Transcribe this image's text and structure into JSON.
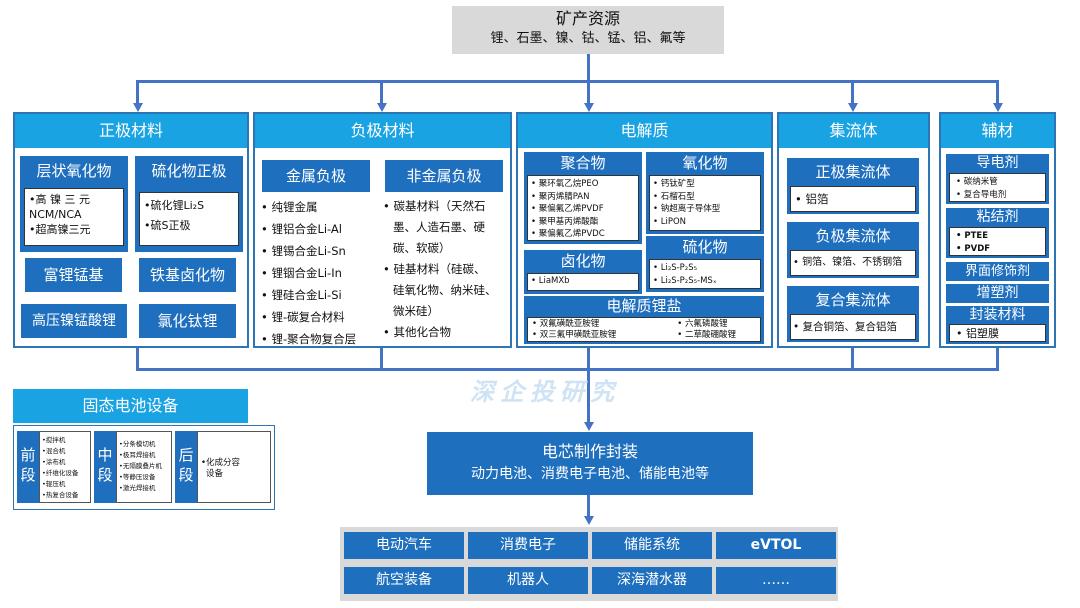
{
  "top": {
    "title": "矿产资源",
    "subtitle": "锂、石墨、镍、钴、锰、铝、氟等"
  },
  "cathode": {
    "title": "正极材料",
    "layered": "层状氧化物",
    "layered_items": [
      "•高 镍 三 元 NCM/NCA",
      "•超高镍三元"
    ],
    "sulfide": "硫化物正极",
    "sulfide_items": [
      "•硫化锂Li₂S",
      "•硫S正极"
    ],
    "li_rich_mn": "富锂锰基",
    "fe_halide": "铁基卤化物",
    "hv_lnmo": "高压镍锰酸锂",
    "li_ti_cl": "氯化钛锂"
  },
  "anode": {
    "title": "负极材料",
    "metal": "金属负极",
    "metal_items": [
      "• 纯锂金属",
      "• 锂铝合金Li-Al",
      "• 锂锡合金Li-Sn",
      "• 锂铟合金Li-In",
      "• 锂硅合金Li-Si",
      "• 锂-碳复合材料",
      "• 锂-聚合物复合层"
    ],
    "nonmetal": "非金属负极",
    "nonmetal_items": [
      "• 碳基材料（天然石",
      "墨、人造石墨、硬",
      "碳、软碳）",
      "• 硅基材料（硅碳、",
      "硅氧化物、纳米硅、",
      "微米硅）",
      "• 其他化合物"
    ]
  },
  "electrolyte": {
    "title": "电解质",
    "polymer": "聚合物",
    "polymer_items": [
      "• 聚环氧乙烷PEO",
      "• 聚丙烯腈PAN",
      "• 聚偏氟乙烯PVDF",
      "• 聚甲基丙烯酸酯",
      "• 聚偏氟乙烯PVDC"
    ],
    "oxide": "氧化物",
    "oxide_items": [
      "• 钙钛矿型",
      "• 石榴石型",
      "• 钠超离子导体型",
      "• LiPON"
    ],
    "halide": "卤化物",
    "halide_items": [
      "• LiaMXb"
    ],
    "sulfide": "硫化物",
    "sulfide_items": [
      "• Li₂S-P₂S₅",
      "• Li₂S-P₂S₅-MSₓ"
    ],
    "salt": "电解质锂盐",
    "salt_items_left": [
      "• 双氟磺酰亚胺锂",
      "• 双三氟甲磺酰亚胺锂"
    ],
    "salt_items_right": [
      "• 六氟磷酸锂",
      "• 二草酸硼酸锂"
    ]
  },
  "collector": {
    "title": "集流体",
    "positive": "正极集流体",
    "positive_items": [
      "• 铝箔"
    ],
    "negative": "负极集流体",
    "negative_items": [
      "• 铜箔、镍箔、不锈钢箔"
    ],
    "composite": "复合集流体",
    "composite_items": [
      "• 复合铜箔、复合铝箔"
    ]
  },
  "aux": {
    "title": "辅材",
    "conductive": "导电剂",
    "conductive_items": [
      "• 碳纳米管",
      "• 复合导电剂"
    ],
    "binder": "粘结剂",
    "binder_items": [
      "• PTEE",
      "• PVDF"
    ],
    "interface": "界面修饰剂",
    "plasticizer": "增塑剂",
    "packaging": "封装材料",
    "packaging_items": [
      "• 铝塑膜"
    ]
  },
  "equipment": {
    "title": "固态电池设备",
    "front": "前段",
    "front_items": [
      "•搅拌机",
      "•混合机",
      "•涂布机",
      "•纤维化设备",
      "•辊压机",
      "•热复合设备"
    ],
    "middle": "中段",
    "middle_items": [
      "•分条模切机",
      "•极耳焊接机",
      "•无隔膜叠片机",
      "•等静压设备",
      "•激光焊接机"
    ],
    "back": "后段",
    "back_items": [
      "•化成分容",
      "设备"
    ]
  },
  "cell": {
    "title": "电芯制作封装",
    "subtitle": "动力电池、消费电子电池、储能电池等"
  },
  "apps": [
    "电动汽车",
    "消费电子",
    "储能系统",
    "eVTOL",
    "航空装备",
    "机器人",
    "深海潜水器",
    "……"
  ],
  "watermark": "深企投研究",
  "colors": {
    "dark_blue": "#1f6fbf",
    "light_blue": "#1aa3e3",
    "line": "#4472c4",
    "gray": "#d9d9d9"
  }
}
